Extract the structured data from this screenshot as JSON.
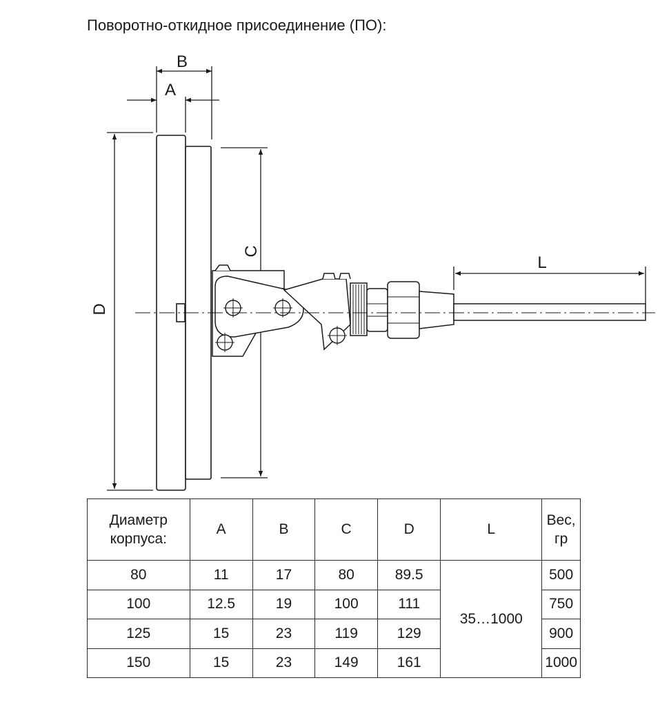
{
  "heading": "Поворотно-откидное присоединение (ПО):",
  "drawing": {
    "dimension_labels": {
      "a": "A",
      "b": "B",
      "c": "C",
      "d": "D",
      "l": "L"
    }
  },
  "table": {
    "headers": [
      "Диаметр\nкорпуса:",
      "A",
      "B",
      "C",
      "D",
      "L",
      "Вес,\nгр"
    ],
    "rows": [
      [
        "80",
        "11",
        "17",
        "80",
        "89.5",
        "500"
      ],
      [
        "100",
        "12.5",
        "19",
        "100",
        "111",
        "750"
      ],
      [
        "125",
        "15",
        "23",
        "119",
        "129",
        "900"
      ],
      [
        "150",
        "15",
        "23",
        "149",
        "161",
        "1000"
      ]
    ],
    "l_merged": "35…1000"
  }
}
